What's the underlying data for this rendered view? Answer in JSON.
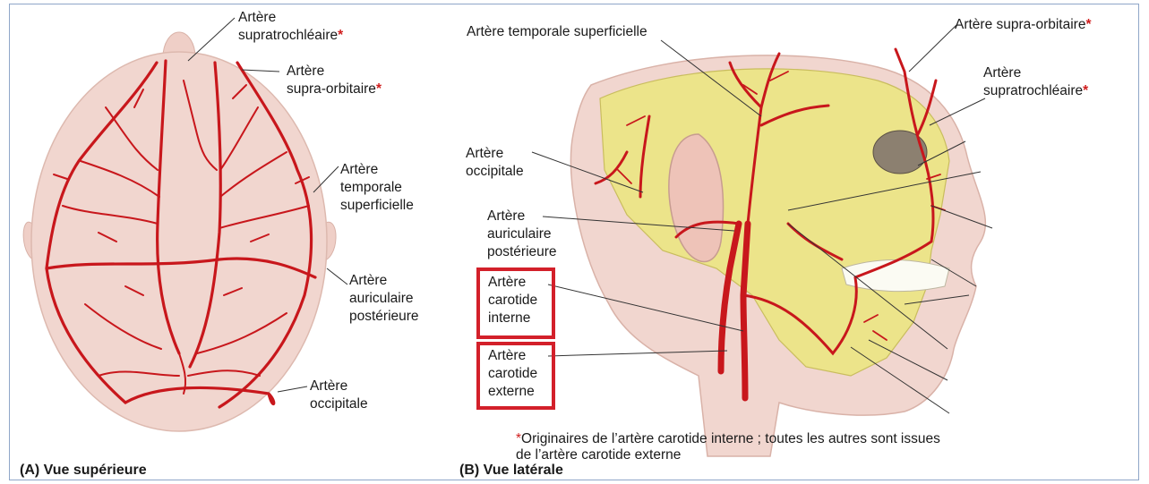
{
  "colors": {
    "artery": "#c8171c",
    "skin": "#f1d6cf",
    "bone": "#ece48a",
    "highlight": "#d3202a",
    "frame": "#8fa6c8"
  },
  "panel_a": {
    "caption": "(A) Vue supérieure",
    "labels": {
      "supratrochleaire": [
        "Artère",
        "supratrochléaire"
      ],
      "supraorbitaire": [
        "Artère",
        "supra-orbitaire"
      ],
      "temporale": [
        "Artère",
        "temporale",
        "superficielle"
      ],
      "auriculaire": [
        "Artère",
        "auriculaire",
        "postérieure"
      ],
      "occipitale": [
        "Artère",
        "occipitale"
      ]
    },
    "star": "*"
  },
  "panel_b": {
    "caption": "(B) Vue latérale",
    "labels": {
      "temporale": "Artère temporale superficielle",
      "supraorbitaire": "Artère supra-orbitaire",
      "supratrochleaire": [
        "Artère",
        "supratrochléaire"
      ],
      "occipitale": [
        "Artère",
        "occipitale"
      ],
      "auriculaire": [
        "Artère",
        "auriculaire",
        "postérieure"
      ],
      "carotide_interne": [
        "Artère",
        "carotide",
        "interne"
      ],
      "carotide_externe": [
        "Artère",
        "carotide",
        "externe"
      ]
    },
    "star": "*"
  },
  "footnote": {
    "star": "*",
    "line1": "Originaires de l’artère carotide interne ; toutes les autres sont issues",
    "line2": "de l’artère carotide externe"
  }
}
